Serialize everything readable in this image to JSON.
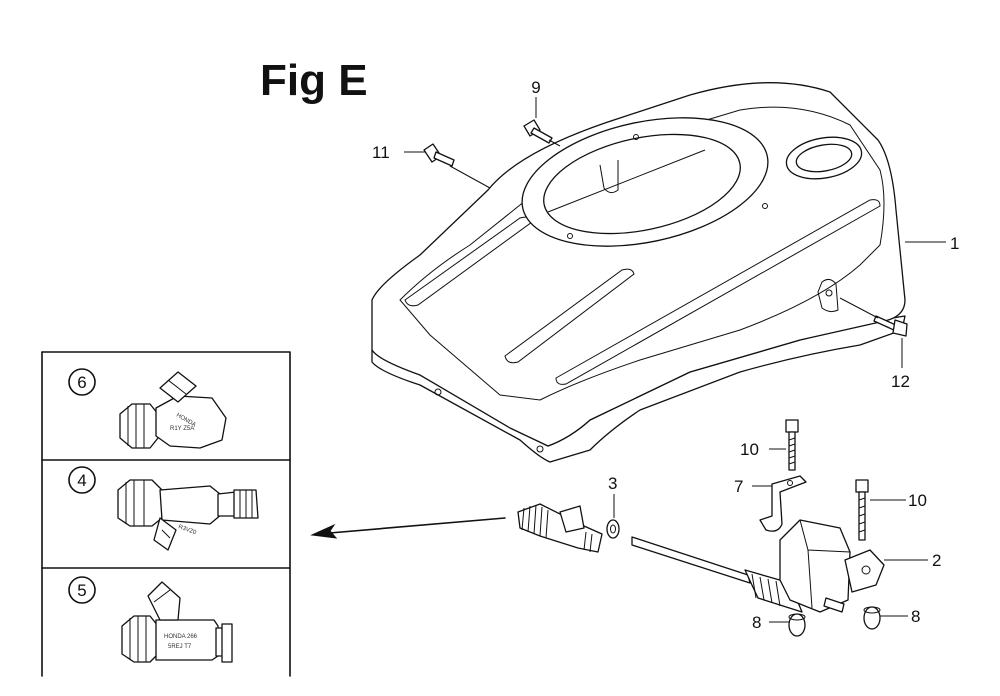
{
  "figure": {
    "title": "Fig E"
  },
  "callouts": [
    {
      "id": "c1",
      "label": "1"
    },
    {
      "id": "c2",
      "label": "2"
    },
    {
      "id": "c3",
      "label": "3"
    },
    {
      "id": "c7",
      "label": "7"
    },
    {
      "id": "c8a",
      "label": "8"
    },
    {
      "id": "c8b",
      "label": "8"
    },
    {
      "id": "c9",
      "label": "9"
    },
    {
      "id": "c10a",
      "label": "10"
    },
    {
      "id": "c10b",
      "label": "10"
    },
    {
      "id": "c11",
      "label": "11"
    },
    {
      "id": "c12",
      "label": "12"
    }
  ],
  "variants": [
    {
      "id": "v6",
      "label": "6"
    },
    {
      "id": "v4",
      "label": "4"
    },
    {
      "id": "v5",
      "label": "5"
    }
  ]
}
